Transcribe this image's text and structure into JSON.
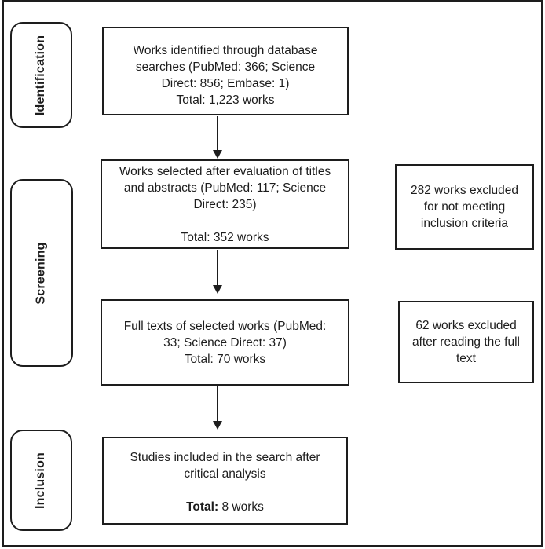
{
  "stages": {
    "identification": "Identification",
    "screening": "Screening",
    "inclusion": "Inclusion"
  },
  "flow_boxes": {
    "identified": {
      "lines": [
        "Works identified through database",
        "searches (PubMed: 366; Science",
        "Direct: 856; Embase: 1)",
        "Total: 1,223 works"
      ]
    },
    "title_abstract_selected": {
      "lines": [
        "Works selected after evaluation of titles",
        "and abstracts (PubMed: 117; Science",
        "Direct: 235)"
      ],
      "total": "Total: 352 works"
    },
    "full_texts": {
      "lines": [
        "Full texts of selected works (PubMed:",
        "33; Science Direct: 37)",
        "Total: 70 works"
      ]
    },
    "included": {
      "lines": [
        "Studies included in the search after",
        "critical analysis"
      ],
      "total_label": "Total:",
      "total_value": "8 works"
    }
  },
  "exclusion_boxes": {
    "title_abstract": {
      "lines": [
        "282 works excluded",
        "for not meeting",
        "inclusion criteria"
      ]
    },
    "full_text": {
      "lines": [
        "62 works excluded",
        "after reading the full",
        "text"
      ]
    }
  },
  "colors": {
    "ink": "#1d1d1d",
    "background": "#ffffff"
  }
}
